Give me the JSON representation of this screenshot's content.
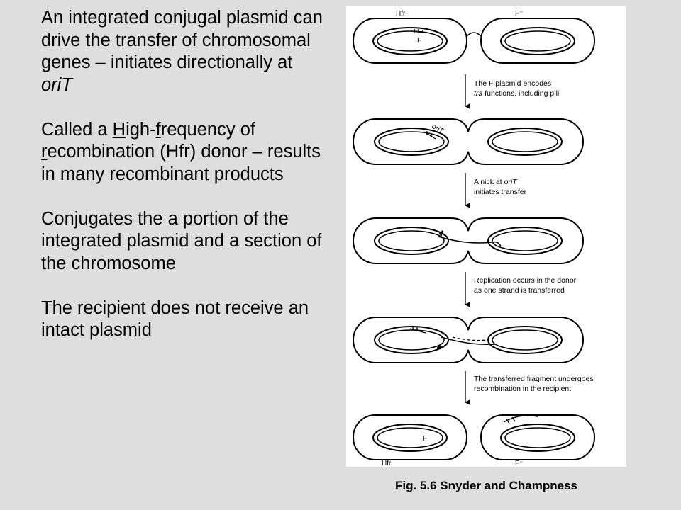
{
  "text": {
    "p1": {
      "lead": "An integrated conjugal plasmid can drive the transfer of chromosomal genes – initiates directionally at ",
      "ori": "oriT"
    },
    "p2": {
      "s1": "Called a ",
      "h": "H",
      "s2": "igh-",
      "f": "f",
      "s3": "requency of ",
      "r": "r",
      "s4": "ecombination (Hfr) donor – results in many recombinant products"
    },
    "p3": "Conjugates the a portion of the integrated plasmid and a section of the chromosome",
    "p4": "The recipient does not receive an intact plasmid"
  },
  "figure": {
    "top_left_label": "Hfr",
    "top_right_label": "F⁻",
    "bottom_left_label": "Hfr",
    "bottom_right_label": "F⁻",
    "plasmid_label_1": "F",
    "plasmid_label_5": "F",
    "orit_label": "oriT",
    "step1_line1": "The F plasmid encodes",
    "step1_line2_italic": "tra",
    "step1_line2_rest": " functions, including pili",
    "step2_line1_pre": "A nick at ",
    "step2_line1_italic": "oriT",
    "step2_line2": "initiates transfer",
    "step3_line1": "Replication occurs in the donor",
    "step3_line2": "as one strand is transferred",
    "step4_line1": "The transferred fragment undergoes",
    "step4_line2": "recombination in the recipient"
  },
  "caption": "Fig. 5.6 Snyder and Champness"
}
